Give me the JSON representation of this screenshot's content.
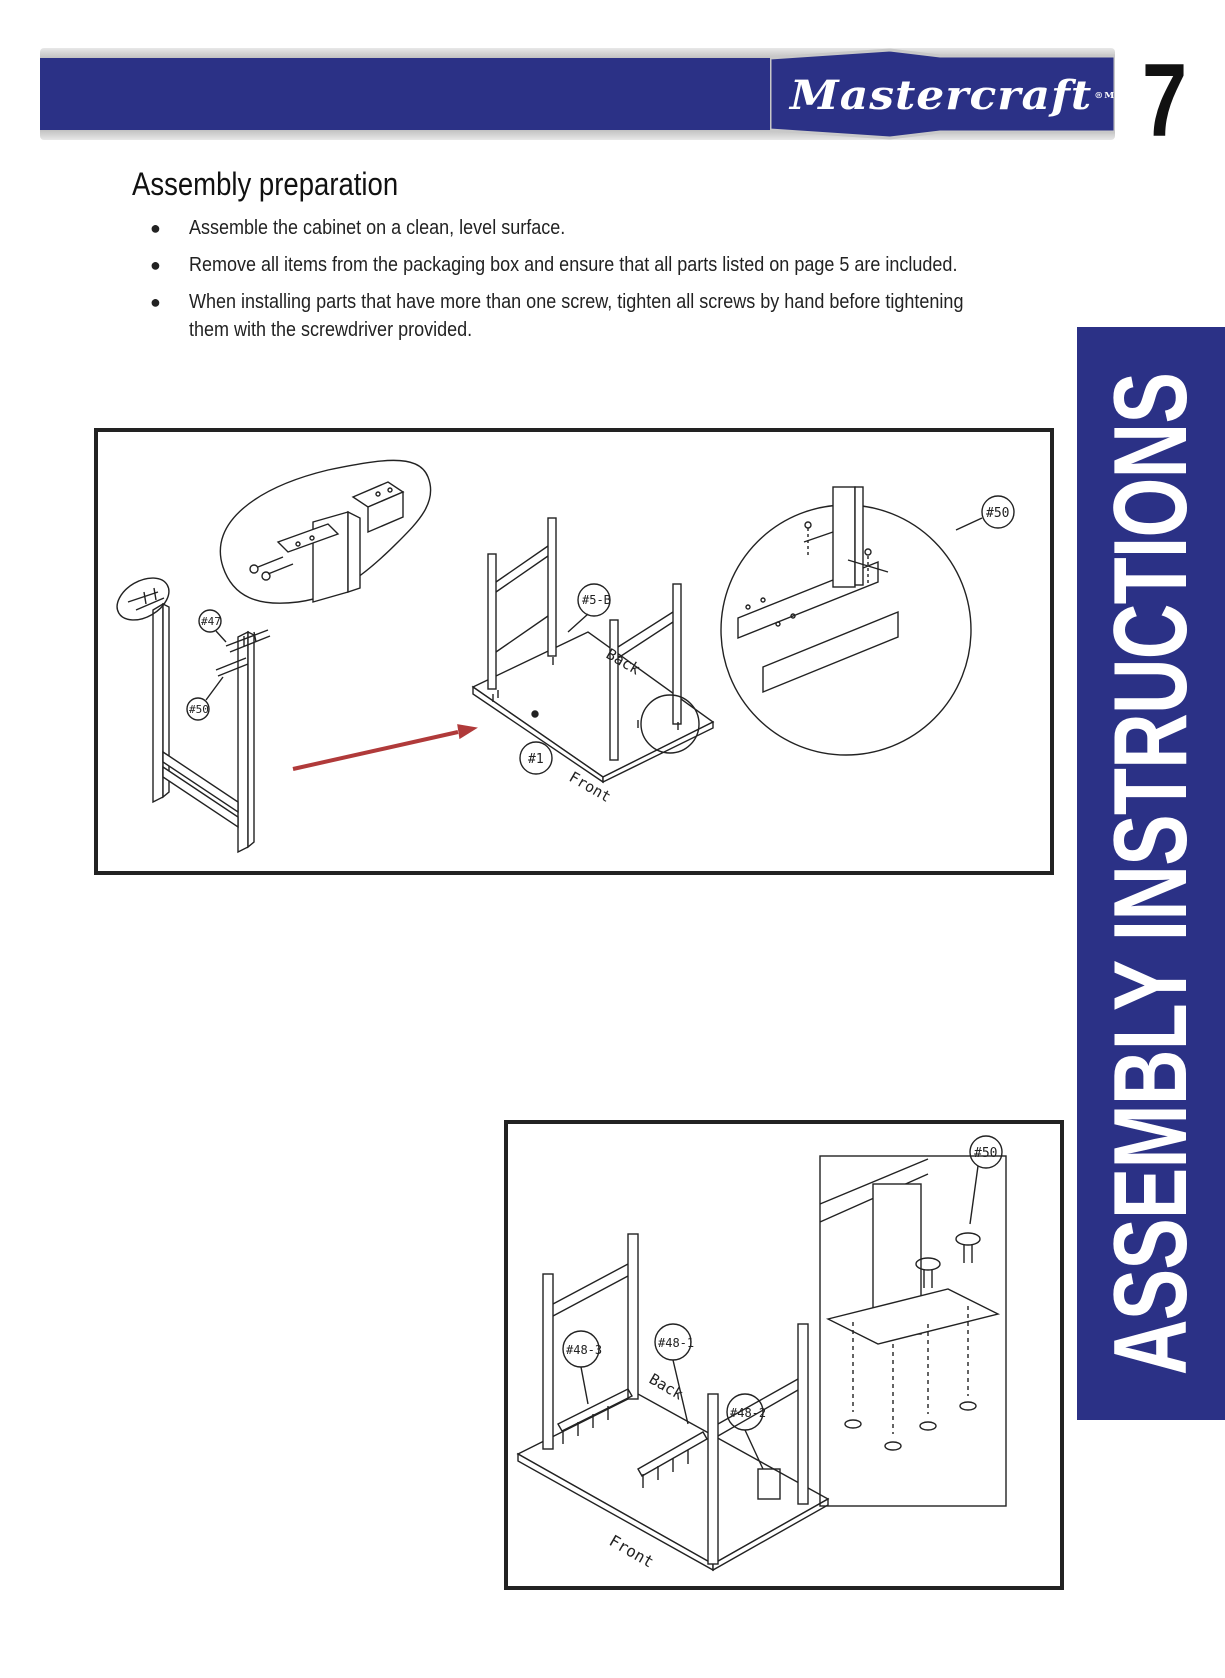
{
  "header": {
    "brand": "Mastercraft",
    "brand_mark": "®MD",
    "page_number": "7",
    "colors": {
      "brand_blue": "#2b3186",
      "band_grey": "#a6a6a6"
    }
  },
  "section": {
    "title": "Assembly preparation",
    "bullets": [
      "Assemble the cabinet on a clean, level surface.",
      "Remove all items from the packaging box and ensure that all parts listed on page 5 are included.",
      "When installing parts that have more than one screw, tighten all screws by hand before tightening them with the screwdriver provided."
    ]
  },
  "side_tab": {
    "label": "ASSEMBLY INSTRUCTIONS"
  },
  "figure1": {
    "callouts": [
      "#47",
      "#50",
      "#5-B",
      "#1",
      "#50"
    ],
    "labels": {
      "back": "Back",
      "front": "Front"
    },
    "arrow_color": "#b03a3a"
  },
  "figure2": {
    "callouts": [
      "#48-3",
      "#48-1",
      "#48-2",
      "#50"
    ],
    "labels": {
      "back": "Back",
      "front": "Front"
    }
  }
}
